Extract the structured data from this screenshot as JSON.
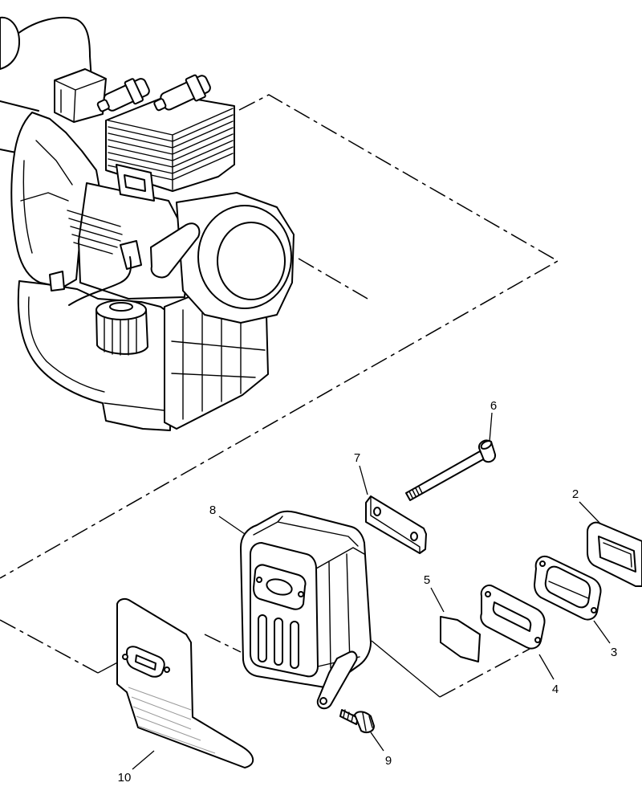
{
  "diagram": {
    "callouts": [
      "6",
      "7",
      "8",
      "2",
      "5",
      "3",
      "4",
      "9",
      "10"
    ]
  },
  "colors": {
    "line": "#000000",
    "background": "#ffffff",
    "shading": "#9a9a9a"
  }
}
